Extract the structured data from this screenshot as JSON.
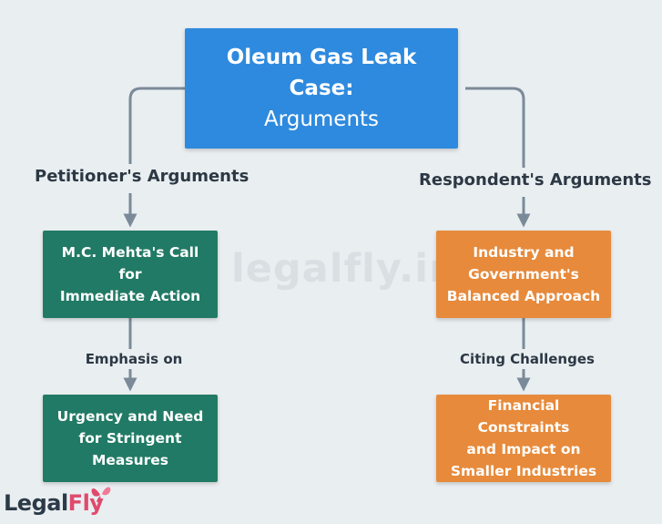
{
  "root": {
    "title": "Oleum Gas Leak Case:",
    "subtitle": "Arguments",
    "color": "#2e8ade"
  },
  "petitioner": {
    "heading": "Petitioner's Arguments",
    "node1": {
      "line1": "M.C. Mehta's Call for",
      "line2": "Immediate Action"
    },
    "edge_label": "Emphasis on",
    "node2": {
      "line1": "Urgency and Need",
      "line2": "for Stringent",
      "line3": "Measures"
    },
    "color": "#217a65"
  },
  "respondent": {
    "heading": "Respondent's Arguments",
    "node1": {
      "line1": "Industry and",
      "line2": "Government's",
      "line3": "Balanced Approach"
    },
    "edge_label": "Citing Challenges",
    "node2": {
      "line1": "Financial Constraints",
      "line2": "and Impact on",
      "line3": "Smaller Industries"
    },
    "color": "#e78a3b"
  },
  "watermark": "legalfly.in",
  "logo": {
    "part1": "Legal",
    "part2": "Fly"
  },
  "connector_color": "#7a8a98"
}
